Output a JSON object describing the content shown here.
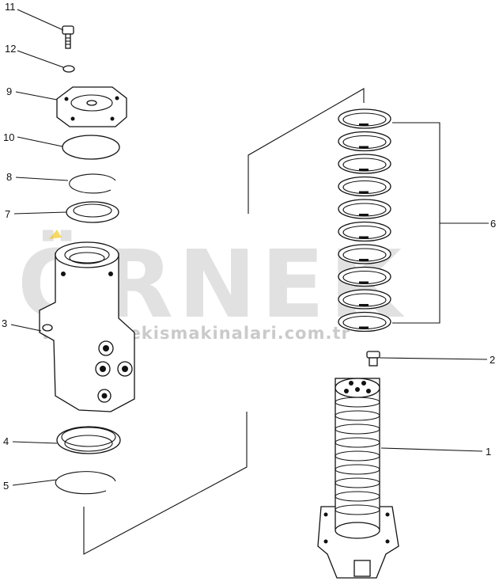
{
  "callouts": [
    {
      "id": "11",
      "label": "11"
    },
    {
      "id": "12",
      "label": "12"
    },
    {
      "id": "9",
      "label": "9"
    },
    {
      "id": "10",
      "label": "10"
    },
    {
      "id": "8",
      "label": "8"
    },
    {
      "id": "7",
      "label": "7"
    },
    {
      "id": "3",
      "label": "3"
    },
    {
      "id": "4",
      "label": "4"
    },
    {
      "id": "5",
      "label": "5"
    },
    {
      "id": "6",
      "label": "6"
    },
    {
      "id": "2",
      "label": "2"
    },
    {
      "id": "1",
      "label": "1"
    }
  ],
  "watermark": {
    "brand": "ÖRNEK",
    "url": "www.ornekismakinalari.com.tr"
  },
  "colors": {
    "ink": "#111111",
    "watermark": "#c9c9c9",
    "accent": "#f2c200"
  }
}
